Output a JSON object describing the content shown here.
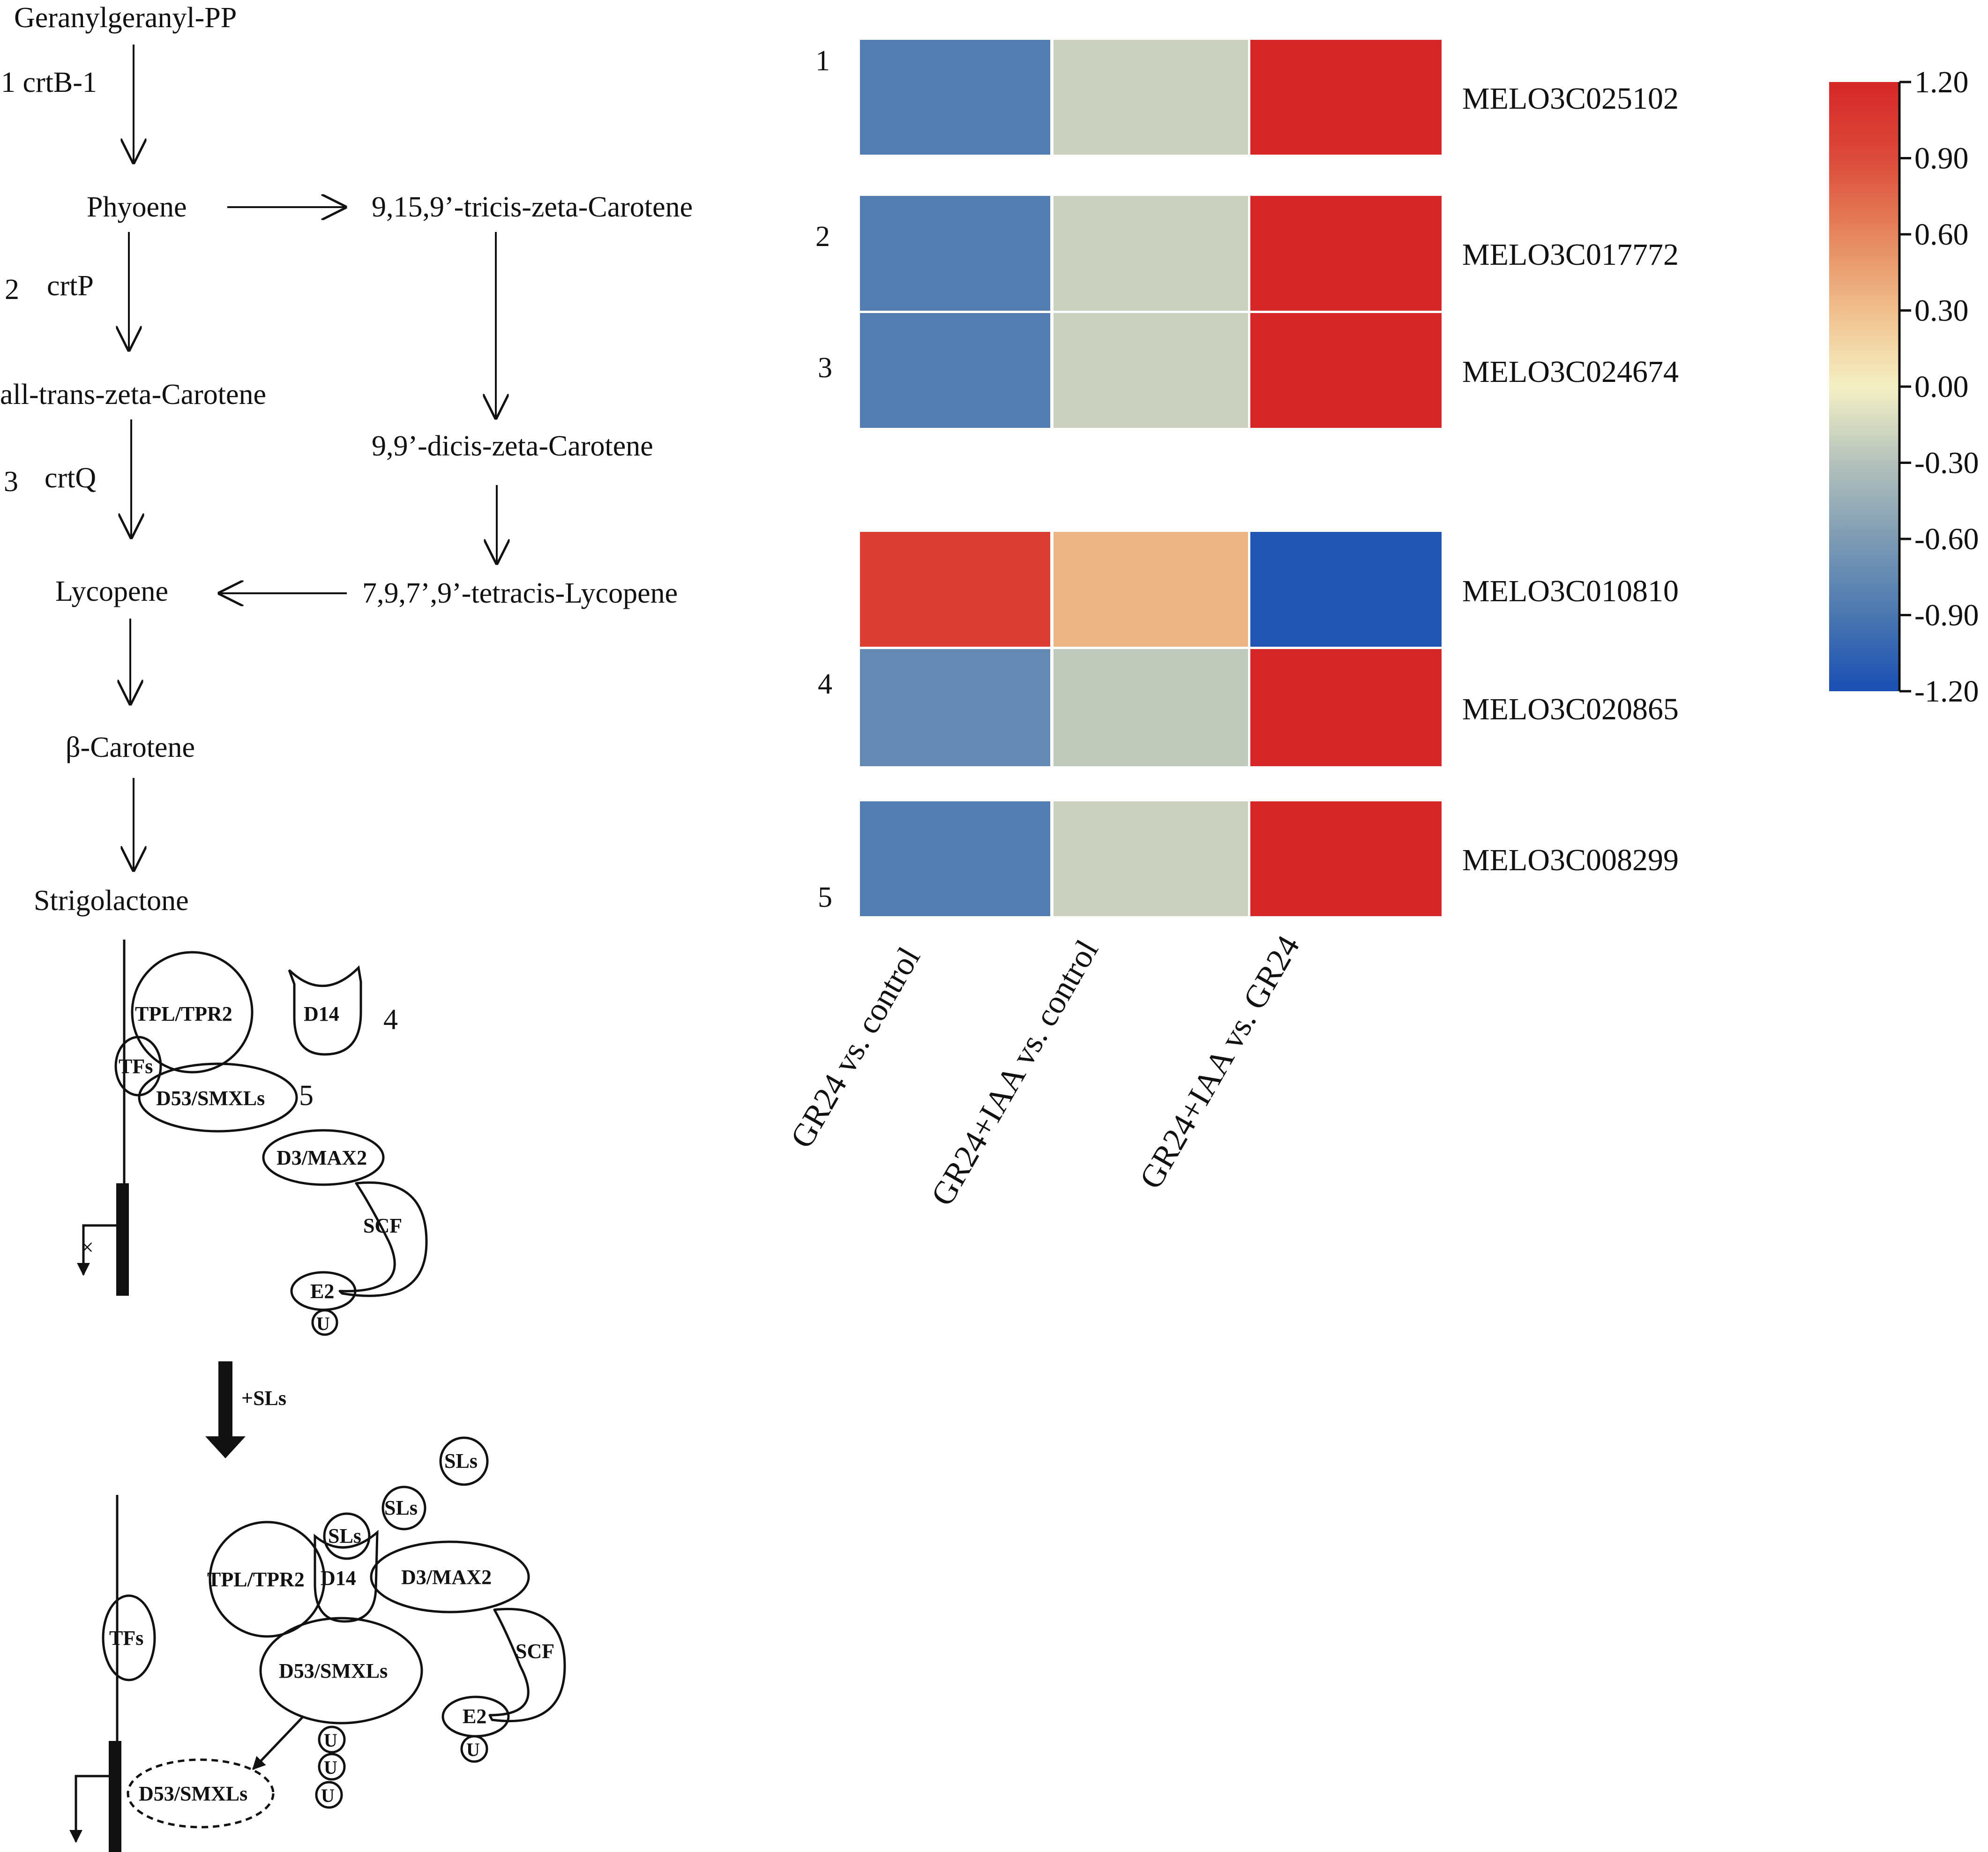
{
  "pathway": {
    "compounds": {
      "ggpp": "Geranylgeranyl-PP",
      "phytoene": "Phyoene",
      "tricis": "9,15,9’-tricis-zeta-Carotene",
      "all_trans": "all-trans-zeta-Carotene",
      "dicis": "9,9’-dicis-zeta-Carotene",
      "lycopene": "Lycopene",
      "tetracis": "7,9,7’,9’-tetracis-Lycopene",
      "beta_carotene": "β-Carotene",
      "strigolactone": "Strigolactone"
    },
    "enzymes": {
      "e1": "1 crtB-1",
      "e2_num": "2",
      "e2_name": "crtP",
      "e3_num": "3",
      "e3_name": "crtQ"
    }
  },
  "signaling": {
    "before": {
      "tpl": "TPL/TPR2",
      "d14": "D14",
      "num4": "4",
      "tfs": "TFs",
      "d53": "D53/SMXLs",
      "num5": "5",
      "d3": "D3/MAX2",
      "scf": "SCF",
      "e2": "E2",
      "u": "U",
      "block_mark": "×"
    },
    "transition": "+SLs",
    "after": {
      "sls": "SLs",
      "tpl": "TPL/TPR2",
      "d14": "D14",
      "d3": "D3/MAX2",
      "tfs": "TFs",
      "scf": "SCF",
      "d53": "D53/SMXLs",
      "e2": "E2",
      "u": "U",
      "degraded": "D53/SMXLs"
    }
  },
  "chart_data": {
    "type": "heatmap",
    "columns": [
      "GR24 vs. control",
      "GR24+IAA vs. control",
      "GR24+IAA vs. GR24"
    ],
    "rows": [
      {
        "group": "1",
        "gene": "MELO3C025102",
        "values": [
          -0.85,
          -0.2,
          1.2
        ]
      },
      {
        "group": "2",
        "gene": "MELO3C017772",
        "values": [
          -0.85,
          -0.2,
          1.2
        ]
      },
      {
        "group": "3",
        "gene": "MELO3C024674",
        "values": [
          -0.85,
          -0.2,
          1.2
        ]
      },
      {
        "group": "4",
        "gene": "MELO3C010810",
        "values": [
          1.0,
          0.35,
          -1.15
        ]
      },
      {
        "group": "4",
        "gene": "MELO3C020865",
        "values": [
          -0.75,
          -0.25,
          1.2
        ]
      },
      {
        "group": "5",
        "gene": "MELO3C008299",
        "values": [
          -0.85,
          -0.2,
          1.2
        ]
      }
    ],
    "group_labels": [
      "1",
      "2",
      "3",
      "4",
      "5"
    ],
    "color_scale": {
      "min": -1.2,
      "max": 1.2,
      "ticks": [
        "1.20",
        "0.90",
        "0.60",
        "0.30",
        "0.00",
        "-0.30",
        "-0.60",
        "-0.90",
        "-1.20"
      ],
      "colors": [
        "#1a4fb5",
        "#4a76b0",
        "#7d9bb4",
        "#b4c2bc",
        "#f5f0c4",
        "#f0bf8c",
        "#e6855d",
        "#dc4a3a",
        "#d62728"
      ]
    }
  }
}
